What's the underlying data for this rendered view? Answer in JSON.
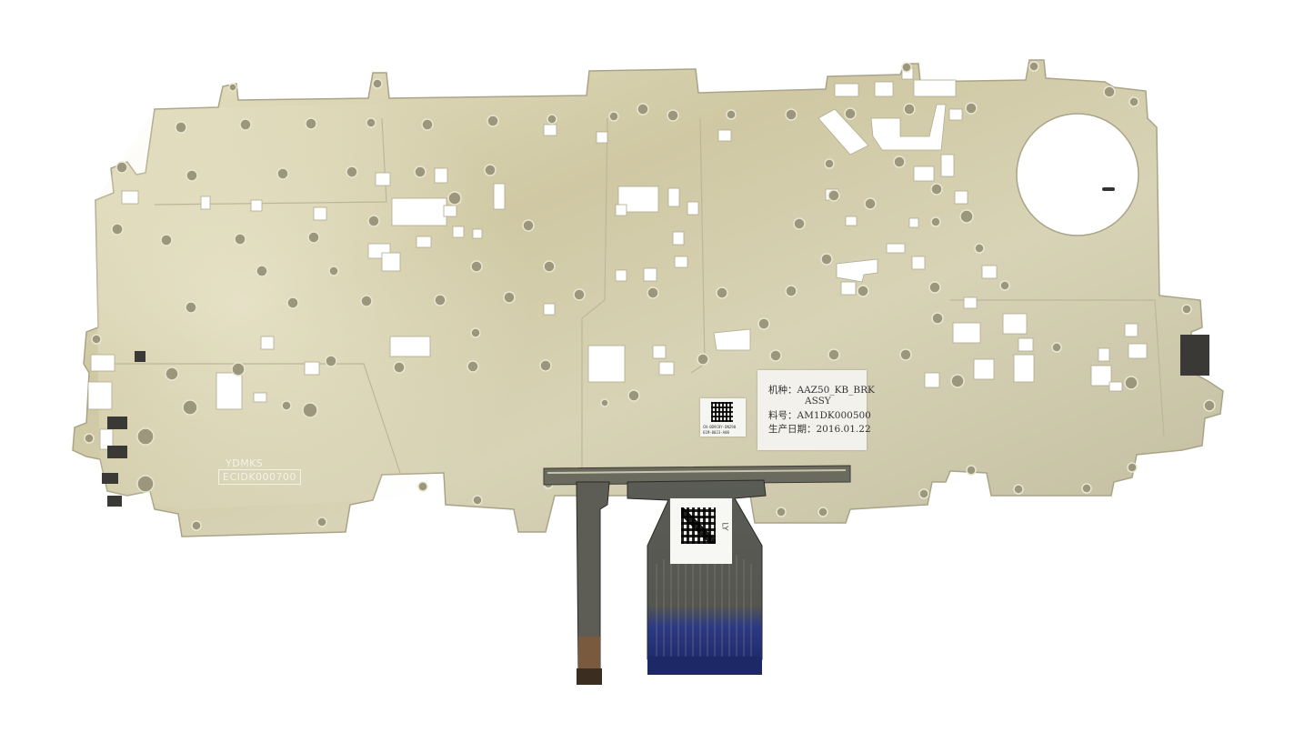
{
  "image": {
    "subject": "metal keyboard bracket plate with flex ribbon cables",
    "colors": {
      "background": "#ffffff",
      "plate": "#cfc9a6",
      "plate_highlight": "#e9e6cf",
      "plate_shadow": "#9f9a80",
      "hole": "#ffffff",
      "ribbon_gray": "#6a6a62",
      "ribbon_blue": "#27357a",
      "ribbon_dark": "#2a2a26"
    }
  },
  "plate_marking": {
    "line1": "YDMKS",
    "line2": "ECIDK000700"
  },
  "label": {
    "line1": "机种：AAZ50_KB_BRK",
    "line2": "ASSY",
    "line3": "料号：AM1DK000500",
    "line4": "生产日期：2016.01.22"
  },
  "qr_sticker": {
    "line1": "CN-0D9C8Y-DN290",
    "line2": "61M-0023-A00"
  },
  "flex_sticker": {
    "mark": "LY"
  }
}
